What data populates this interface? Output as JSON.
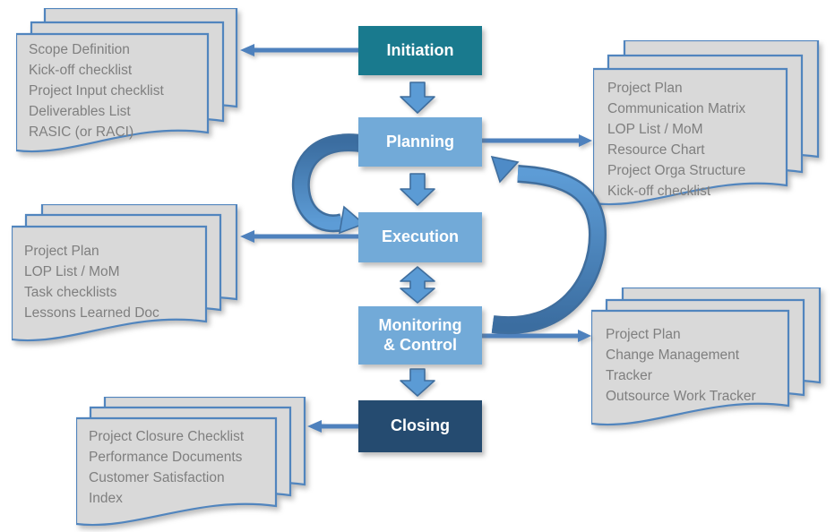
{
  "phases": {
    "initiation": {
      "label": "Initiation"
    },
    "planning": {
      "label": "Planning"
    },
    "execution": {
      "label": "Execution"
    },
    "monitoring": {
      "label": "Monitoring & Control"
    },
    "closing": {
      "label": "Closing"
    }
  },
  "documents": {
    "initiation": [
      "Scope Definition",
      "Kick-off checklist",
      "Project Input checklist",
      "Deliverables List",
      "RASIC (or RACI)"
    ],
    "planning": [
      "Project Plan",
      "Communication Matrix",
      "LOP List / MoM",
      "Resource Chart",
      "Project Orga Structure",
      "Kick-off checklist"
    ],
    "execution": [
      "Project Plan",
      "LOP List / MoM",
      "Task checklists",
      "Lessons Learned Doc"
    ],
    "monitoring": [
      "Project Plan",
      "Change Management",
      "Tracker",
      "Outsource Work Tracker"
    ],
    "closing": [
      "Project Closure Checklist",
      "Performance Documents",
      "Customer Satisfaction",
      "Index"
    ]
  },
  "colors": {
    "initiation_fill": "#197A8E",
    "phase_fill": "#72AAD8",
    "closing_fill": "#254B70",
    "straight_arrow": "#4E81BD",
    "block_arrow_fill": "#5B9BD5",
    "block_arrow_border": "#3F6E9E",
    "curved_arrow_dark": "#3B6DA0",
    "curved_arrow_light": "#5D9CD6",
    "doc_fill": "#D9D9D9",
    "doc_border": "#5185BE",
    "doc_text": "#7F7F7F"
  }
}
